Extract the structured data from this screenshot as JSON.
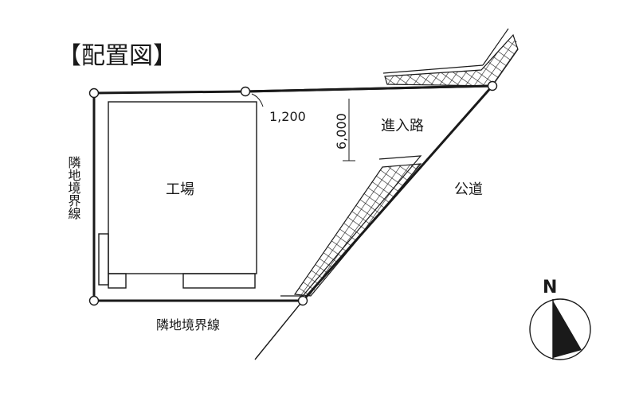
{
  "title": "【配置図】",
  "labels": {
    "factory": "工場",
    "approach_road": "進入路",
    "public_road": "公道",
    "boundary_left": "隣地境界線",
    "boundary_bottom": "隣地境界線",
    "dim_setback": "1,200",
    "dim_road_width": "6,000",
    "north": "N"
  },
  "colors": {
    "line": "#1a1a1a",
    "background": "#ffffff"
  }
}
